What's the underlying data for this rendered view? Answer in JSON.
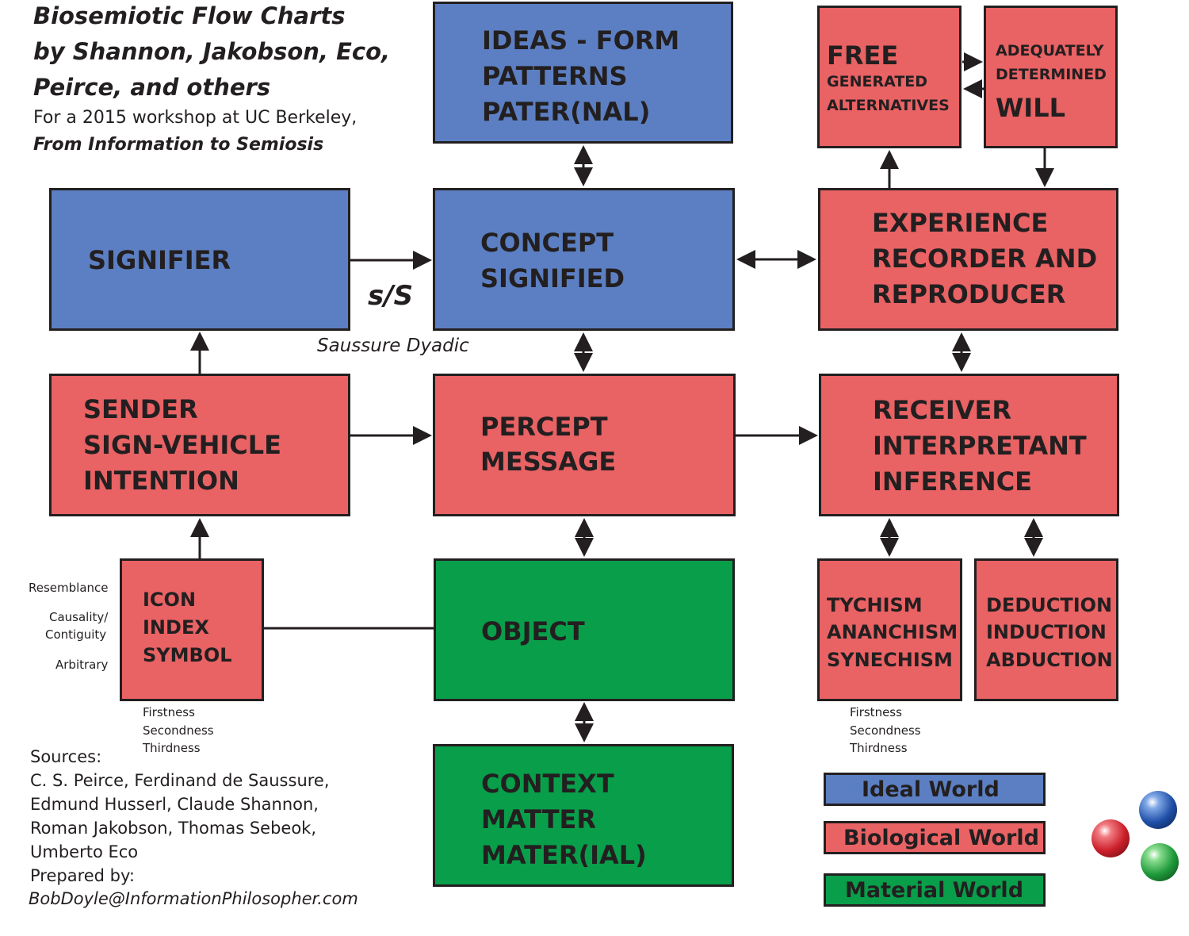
{
  "header": {
    "title_lines": [
      "Biosemiotic Flow Charts",
      "by Shannon, Jakobson, Eco,",
      "Peirce, and others"
    ],
    "subtitle": "For a 2015 workshop at UC Berkeley,",
    "subtitle_italic": "From Information to Semiosis"
  },
  "colors": {
    "ideal": "#5b7fc2",
    "biological": "#e96264",
    "material": "#089e4a",
    "stroke": "#231f20"
  },
  "boxes": {
    "ideas": [
      "IDEAS - FORM",
      "PATTERNS",
      "PATER(NAL)"
    ],
    "free": {
      "line1": "FREE",
      "line2": "GENERATED",
      "line3": "ALTERNATIVES"
    },
    "will": {
      "line1": "ADEQUATELY",
      "line2": "DETERMINED",
      "line3": "WILL"
    },
    "signifier": "SIGNIFIER",
    "concept": [
      "CONCEPT",
      "SIGNIFIED"
    ],
    "experience": [
      "EXPERIENCE",
      "RECORDER AND",
      "REPRODUCER"
    ],
    "sender": [
      "SENDER",
      "SIGN-VEHICLE",
      "INTENTION"
    ],
    "percept": [
      "PERCEPT",
      "MESSAGE"
    ],
    "receiver": [
      "RECEIVER",
      "INTERPRETANT",
      "INFERENCE"
    ],
    "icon": [
      "ICON",
      "INDEX",
      "SYMBOL"
    ],
    "object": "OBJECT",
    "tychism": [
      "TYCHISM",
      "ANANCHISM",
      "SYNECHISM"
    ],
    "deduction": [
      "DEDUCTION",
      "INDUCTION",
      "ABDUCTION"
    ],
    "context": [
      "CONTEXT",
      "MATTER",
      "MATER(IAL)"
    ]
  },
  "labels": {
    "s_over_S": "s/S",
    "saussure": "Saussure Dyadic",
    "resemblance": "Resemblance",
    "causality": "Causality/",
    "contiguity": "Contiguity",
    "arbitrary": "Arbitrary",
    "icon_categories": [
      "Firstness",
      "Secondness",
      "Thirdness"
    ],
    "tychism_categories": [
      "Firstness",
      "Secondness",
      "Thirdness"
    ]
  },
  "sources": {
    "heading": "Sources:",
    "lines": [
      "C. S. Peirce, Ferdinand de Saussure,",
      "Edmund Husserl, Claude Shannon,",
      "Roman Jakobson, Thomas Sebeok,",
      "Umberto Eco"
    ],
    "prepared_by": "Prepared by:",
    "email": "BobDoyle@InformationPhilosopher.com"
  },
  "legend": [
    {
      "label": "Ideal World",
      "color": "#5b7fc2"
    },
    {
      "label": "Biological World",
      "color": "#e96264"
    },
    {
      "label": "Material World",
      "color": "#089e4a"
    }
  ],
  "decor": {
    "ball_colors": [
      "#cc1f2a",
      "#1f4fa8",
      "#1f9a3a"
    ]
  }
}
